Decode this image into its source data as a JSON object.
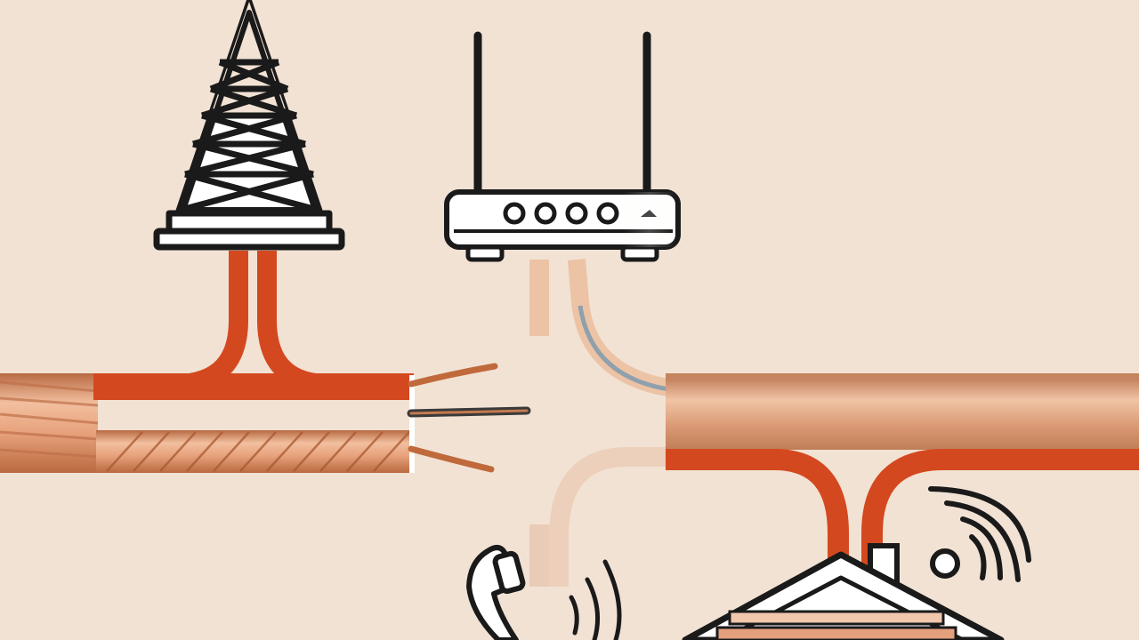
{
  "scene": {
    "background": "#f2e2d4",
    "colors": {
      "copper": "#d98c5f",
      "copper_light": "#f0b896",
      "copper_dark": "#b0603a",
      "insulation": "#d4481f",
      "insulation_pale": "#eed2bd",
      "outline": "#1a1a1a",
      "white": "#ffffff",
      "grey_wire": "#8fa0ac"
    },
    "icons": [
      "cell-tower-icon",
      "router-icon",
      "telephone-handset-icon",
      "house-icon",
      "wifi-signal-icon",
      "sound-waves-icon"
    ],
    "elements": [
      "copper-cable-left",
      "copper-cable-right",
      "stranded-copper-wire",
      "bare-wire-ends",
      "ethernet-cable"
    ]
  }
}
